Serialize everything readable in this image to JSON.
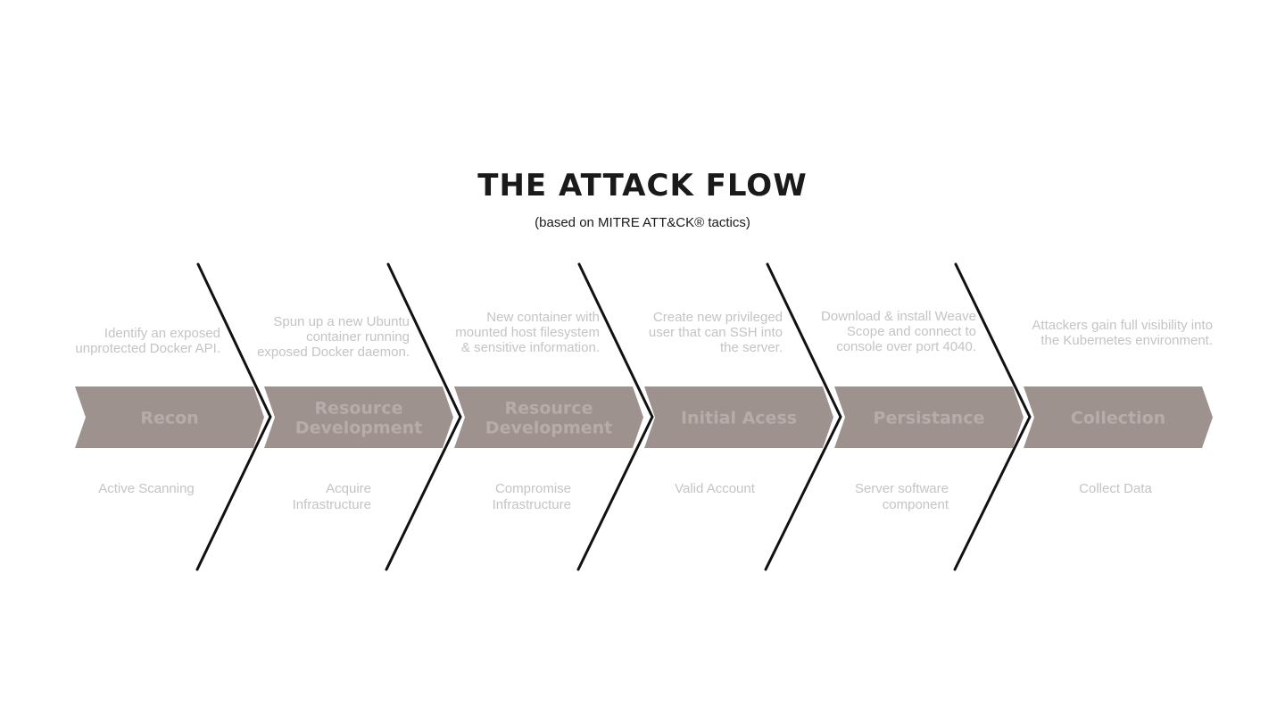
{
  "title": "THE ATTACK FLOW",
  "subtitle": "(based on MITRE ATT&CK® tactics)",
  "colors": {
    "chevron_fill": "#9e928f",
    "chevron_text": "#b6acaa",
    "divider": "#111111",
    "muted_text": "#c4c4c4",
    "title": "#1a1a1a"
  },
  "stages": [
    {
      "label": "Recon",
      "description": "Identify an exposed\nunprotected Docker API.",
      "technique": "Active Scanning"
    },
    {
      "label": "Resource\nDevelopment",
      "description": "Spun up a new Ubuntu\ncontainer running\nexposed Docker daemon.",
      "technique": "Acquire\nInfrastructure"
    },
    {
      "label": "Resource\nDevelopment",
      "description": "New container with\nmounted  host filesystem\n& sensitive information.",
      "technique": "Compromise\nInfrastructure"
    },
    {
      "label": "Initial Acess",
      "description": "Create new privileged\nuser that can SSH into\nthe server.",
      "technique": "Valid Account"
    },
    {
      "label": "Persistance",
      "description": "Download & install Weave\nScope and connect to\nconsole over port 4040.",
      "technique": "Server software\ncomponent"
    },
    {
      "label": "Collection",
      "description": "Attackers gain full visibility into\nthe Kubernetes environment.",
      "technique": "Collect Data"
    }
  ]
}
